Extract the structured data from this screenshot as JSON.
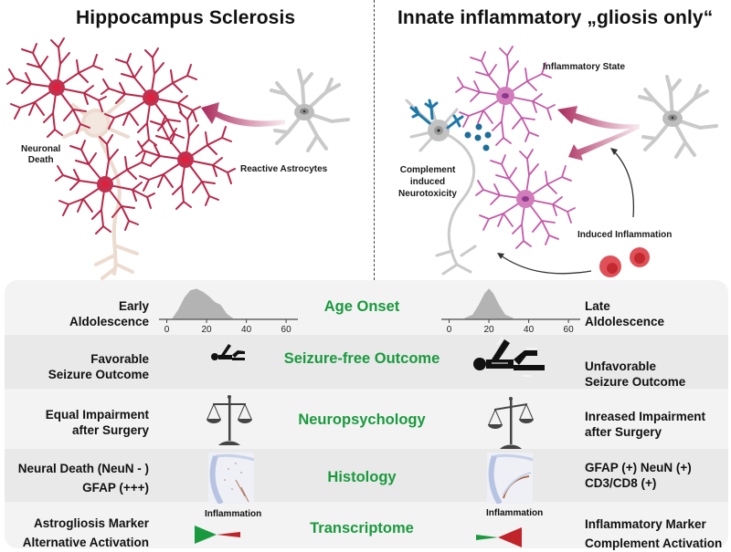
{
  "titles": {
    "left": "Hippocampus Sclerosis",
    "right": "Innate inflammatory „gliosis only“"
  },
  "illustration_labels": {
    "neuronal_death": [
      "Neuronal",
      "Death"
    ],
    "reactive_astrocytes": "Reactive Astrocytes",
    "inflammatory_state": "Inflammatory State",
    "complement": [
      "Complement",
      "induced",
      "Neurotoxicity"
    ],
    "induced_inflammation": "Induced Inflammation"
  },
  "colors": {
    "row_title_green": "#1a9a3e",
    "astrocyte_red": "#b8284a",
    "astrocyte_pink": "#c45aa8",
    "resting_astrocyte_gray": "#c9c9c9",
    "complement_blue": "#1d6e99",
    "blood_cell_red": "#d9363e",
    "neuron_dead_beige": "#ecdcd0"
  },
  "rows": [
    {
      "title": "Age Onset",
      "left": [
        "Early",
        "Aldolescence"
      ],
      "right": [
        "Late",
        "Aldolescence"
      ],
      "icon": "density-curve"
    },
    {
      "title": "Seizure-free Outcome",
      "left": [
        "Favorable",
        "Seizure Outcome"
      ],
      "right": [
        "Unfavorable",
        "Seizure Outcome"
      ],
      "icon": "seizing-person-icon"
    },
    {
      "title": "Neuropsychology",
      "left": [
        "Equal Impairment",
        "after Surgery"
      ],
      "right": [
        "Inreased Impairment",
        "after Surgery"
      ],
      "icon": "balance-scale-icon"
    },
    {
      "title": "Histology",
      "left": [
        "Neural Death (NeuN - )",
        "GFAP (+++)"
      ],
      "right": [
        "GFAP (+) NeuN (+)",
        "CD3/CD8 (+)"
      ],
      "icon": "histology-stain-image"
    },
    {
      "title": "Transcriptome",
      "left": [
        "Astrogliosis Marker",
        "Alternative Activation"
      ],
      "right": [
        "Inflammatory Marker",
        "Complement Activation"
      ],
      "icon": "inflammation-wedge",
      "wedge_label": "Inflammation"
    }
  ],
  "chart_data": [
    {
      "type": "area",
      "title": "Age onset - Hippocampus Sclerosis",
      "x": [
        3,
        6,
        9,
        12,
        15,
        18,
        21,
        24,
        27,
        30,
        33
      ],
      "values": [
        0,
        0.3,
        0.7,
        0.95,
        1.0,
        0.9,
        0.75,
        0.55,
        0.45,
        0.15,
        0
      ],
      "xticks": [
        0,
        20,
        40,
        60
      ],
      "xlim": [
        -3,
        65
      ],
      "xlabel": "",
      "ylabel": ""
    },
    {
      "type": "area",
      "title": "Age onset - Gliosis only",
      "x": [
        8,
        12,
        15,
        18,
        20,
        22,
        25,
        28,
        32
      ],
      "values": [
        0,
        0.12,
        0.45,
        0.85,
        1.0,
        0.85,
        0.45,
        0.12,
        0
      ],
      "xticks": [
        0,
        20,
        40,
        60
      ],
      "xlim": [
        -3,
        65
      ],
      "xlabel": "",
      "ylabel": ""
    }
  ]
}
